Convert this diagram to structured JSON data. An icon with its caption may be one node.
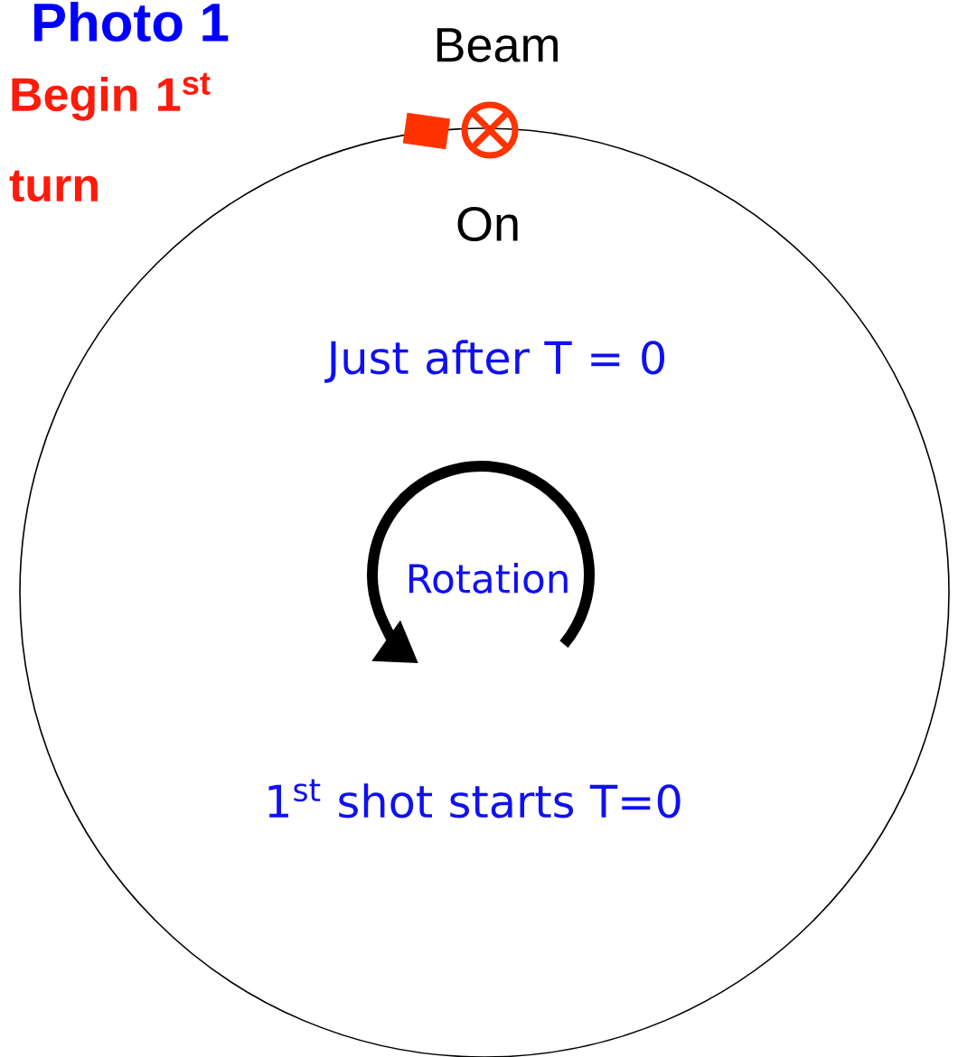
{
  "diagram": {
    "nodes": [
      {
        "text": [
          "Just after T = 0",
          "Rotation",
          "1$^{st}$ shot starts T=0"
        ]
      }
    ],
    "edges": [],
    "labels": [
      "Photo 1",
      "Begin 1$^{st}$ turn",
      "Beam",
      "On"
    ]
  }
}
